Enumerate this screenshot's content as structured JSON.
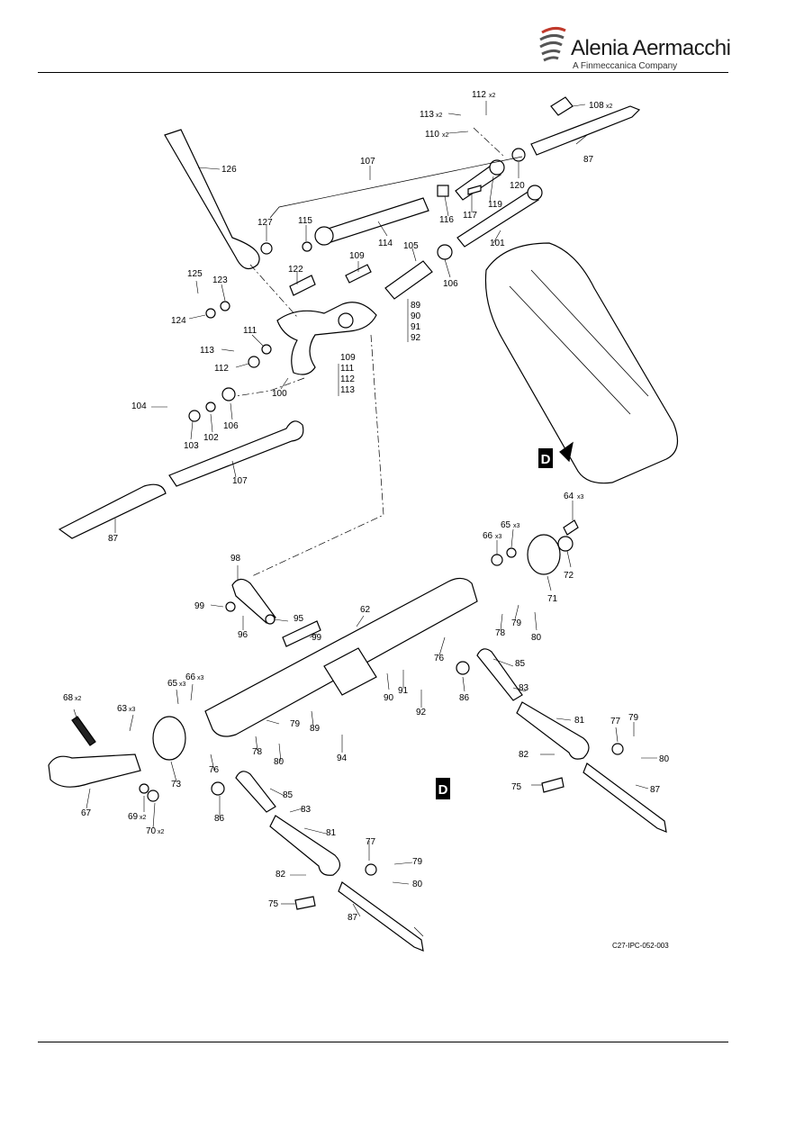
{
  "brand": {
    "name": "Alenia Aermacchi",
    "subtitle": "A Finmeccanica Company"
  },
  "figure": {
    "ref_code": "C27-IPC-052-003",
    "view_marker": "D",
    "callouts": {
      "c112a": "112",
      "c112a_q": "x2",
      "c113a": "113",
      "c113a_q": "x2",
      "c110": "110",
      "c110_q": "x2",
      "c108": "108",
      "c108_q": "x2",
      "c87a": "87",
      "c107a": "107",
      "c126": "126",
      "c120": "120",
      "c119": "119",
      "c117": "117",
      "c116": "116",
      "c127": "127",
      "c115": "115",
      "c114": "114",
      "c101": "101",
      "c105": "105",
      "c106a": "106",
      "c109a": "109",
      "c122": "122",
      "c125": "125",
      "c123": "123",
      "c124": "124",
      "c111a": "111",
      "c113b": "113",
      "c112b": "112",
      "grpA1": "89",
      "grpA2": "90",
      "grpA3": "91",
      "grpA4": "92",
      "grpB1": "109",
      "grpB2": "111",
      "grpB3": "112",
      "grpB4": "113",
      "c100": "100",
      "c104": "104",
      "c106b": "106",
      "c102": "102",
      "c103": "103",
      "c107b": "107",
      "c87b": "87",
      "c64": "64",
      "c64_q": "x3",
      "c65a": "65",
      "c65a_q": "x3",
      "c66a": "66",
      "c66a_q": "x3",
      "c72": "72",
      "c71": "71",
      "c98": "98",
      "c62": "62",
      "c99a": "99",
      "c99b": "99",
      "c95": "95",
      "c96": "96",
      "c79a": "79",
      "c78a": "78",
      "c80a": "80",
      "c76a": "76",
      "c85a": "85",
      "c83a": "83",
      "c86a": "86",
      "c90": "90",
      "c91": "91",
      "c92": "92",
      "c81a": "81",
      "c77a": "77",
      "c79b": "79",
      "c80b": "80",
      "c82a": "82",
      "c75a": "75",
      "c87c": "87",
      "c68": "68",
      "c68_q": "x2",
      "c63": "63",
      "c63_q": "x3",
      "c65b": "65",
      "c65b_q": "x3",
      "c66b": "66",
      "c66b_q": "x3",
      "c79c": "79",
      "c89": "89",
      "c94": "94",
      "c78b": "78",
      "c80c": "80",
      "c76b": "76",
      "c73": "73",
      "c67": "67",
      "c69": "69",
      "c69_q": "x2",
      "c70": "70",
      "c70_q": "x2",
      "c86b": "86",
      "c85b": "85",
      "c83b": "83",
      "c81b": "81",
      "c77b": "77",
      "c79d": "79",
      "c80d": "80",
      "c82b": "82",
      "c75b": "75",
      "c87d": "87"
    }
  }
}
